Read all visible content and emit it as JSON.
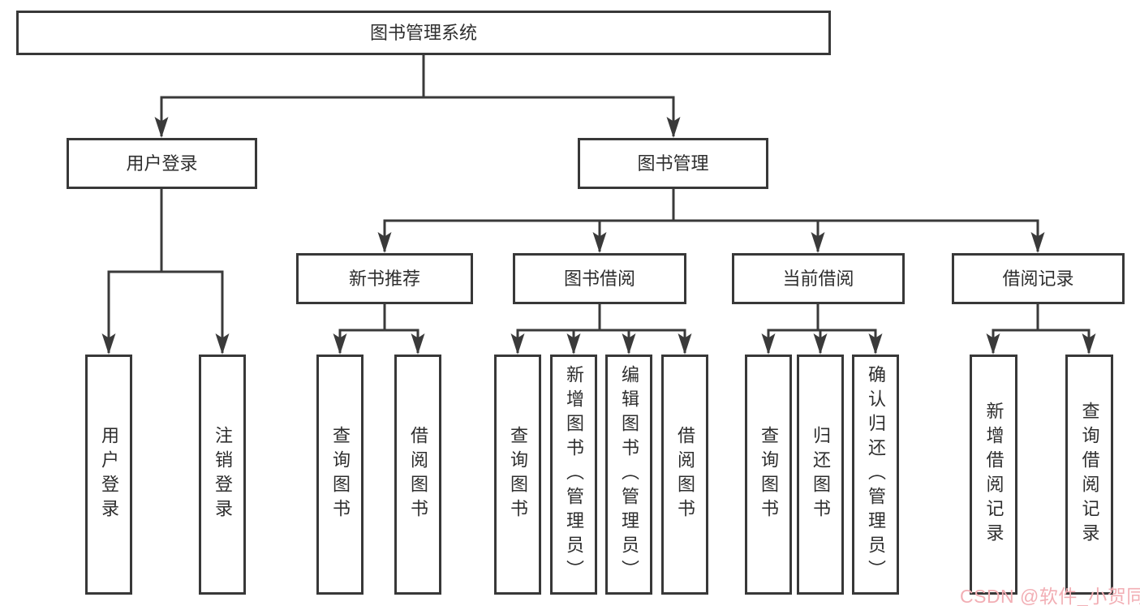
{
  "root_label": "图书管理系统",
  "tree": {
    "user": {
      "label": "用户登录",
      "children": [
        "用户登录",
        "注销登录"
      ]
    },
    "mgmt": {
      "label": "图书管理",
      "groups": [
        {
          "label": "新书推荐",
          "children": [
            "查询图书",
            "借阅图书"
          ]
        },
        {
          "label": "图书借阅",
          "children": [
            "查询图书",
            "新增图书（管理员）",
            "编辑图书（管理员）",
            "借阅图书"
          ]
        },
        {
          "label": "当前借阅",
          "children": [
            "查询图书",
            "归还图书",
            "确认归还（管理员）"
          ]
        },
        {
          "label": "借阅记录",
          "children": [
            "新增借阅记录",
            "查询借阅记录"
          ]
        }
      ]
    }
  },
  "watermark": {
    "text": "CSDN @软件_小贺同学",
    "color": "#f2aeb4"
  },
  "colors": {
    "line": "#3a3a3a",
    "box_border": "#383838",
    "text": "#2e2e2e",
    "background": "#ffffff"
  }
}
